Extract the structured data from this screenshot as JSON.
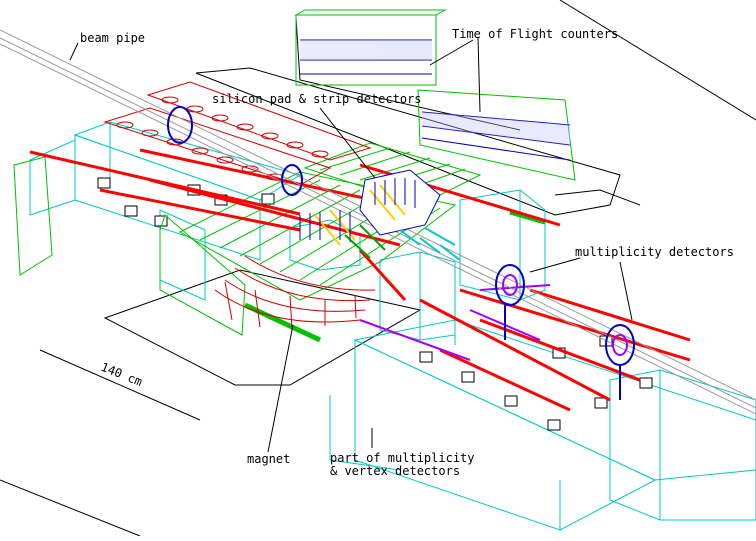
{
  "labels": {
    "beam_pipe": "beam pipe",
    "tof": "Time of Flight counters",
    "silicon": "silicon pad & strip detectors",
    "multiplicity": "multiplicity detectors",
    "scale": "140 cm",
    "magnet": "magnet",
    "part_line1": "part of multiplicity",
    "part_line2": "& vertex detectors"
  },
  "colors": {
    "outline": "#00c8c8",
    "frame": "#00c000",
    "rail": "#ff0000",
    "beam": "#a0a0a0",
    "blue": "#0000c0",
    "purple": "#a000ff",
    "ink": "#000000"
  }
}
